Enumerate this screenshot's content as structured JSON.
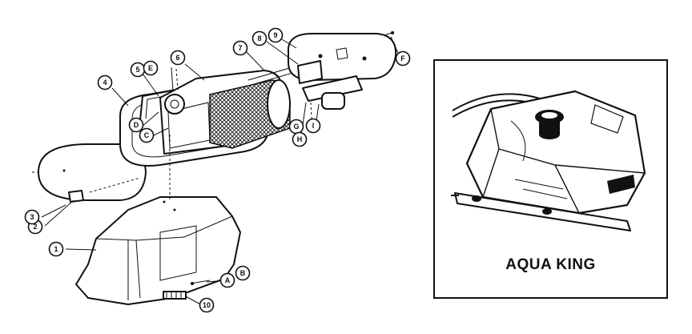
{
  "callouts": [
    {
      "id": "c1",
      "label": "1"
    },
    {
      "id": "c2",
      "label": "2"
    },
    {
      "id": "c3",
      "label": "3"
    },
    {
      "id": "c4",
      "label": "4"
    },
    {
      "id": "c5",
      "label": "5"
    },
    {
      "id": "c6",
      "label": "6"
    },
    {
      "id": "c7",
      "label": "7"
    },
    {
      "id": "c8",
      "label": "8"
    },
    {
      "id": "c9",
      "label": "9"
    },
    {
      "id": "c10",
      "label": "10"
    },
    {
      "id": "cA",
      "label": "A"
    },
    {
      "id": "cB",
      "label": "B"
    },
    {
      "id": "cC",
      "label": "C"
    },
    {
      "id": "cD",
      "label": "D"
    },
    {
      "id": "cE",
      "label": "E"
    },
    {
      "id": "cF",
      "label": "F"
    },
    {
      "id": "cG",
      "label": "G"
    },
    {
      "id": "cH",
      "label": "H"
    },
    {
      "id": "cI",
      "label": "I"
    }
  ],
  "inset": {
    "product_name": "AQUA KING"
  }
}
